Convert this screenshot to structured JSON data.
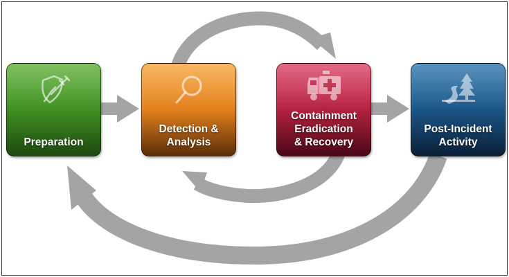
{
  "diagram": {
    "colors": {
      "arrow": "#a4a4a4",
      "preparation": "#3f8f22",
      "detection": "#e3801d",
      "containment": "#b4213f",
      "post_incident": "#1b5687"
    },
    "phases": [
      {
        "id": "preparation",
        "label": "Preparation",
        "icon": "syringe-shield-icon"
      },
      {
        "id": "detection",
        "label": "Detection &\nAnalysis",
        "icon": "magnifying-glass-icon"
      },
      {
        "id": "containment",
        "label": "Containment\nEradication\n& Recovery",
        "icon": "ambulance-icon"
      },
      {
        "id": "post_incident",
        "label": "Post-Incident\nActivity",
        "icon": "tree-road-icon"
      }
    ],
    "arrows": [
      {
        "from": "preparation",
        "to": "detection"
      },
      {
        "from": "detection",
        "to": "containment"
      },
      {
        "from": "containment",
        "to": "detection"
      },
      {
        "from": "containment",
        "to": "post_incident"
      },
      {
        "from": "post_incident",
        "to": "preparation"
      }
    ]
  }
}
